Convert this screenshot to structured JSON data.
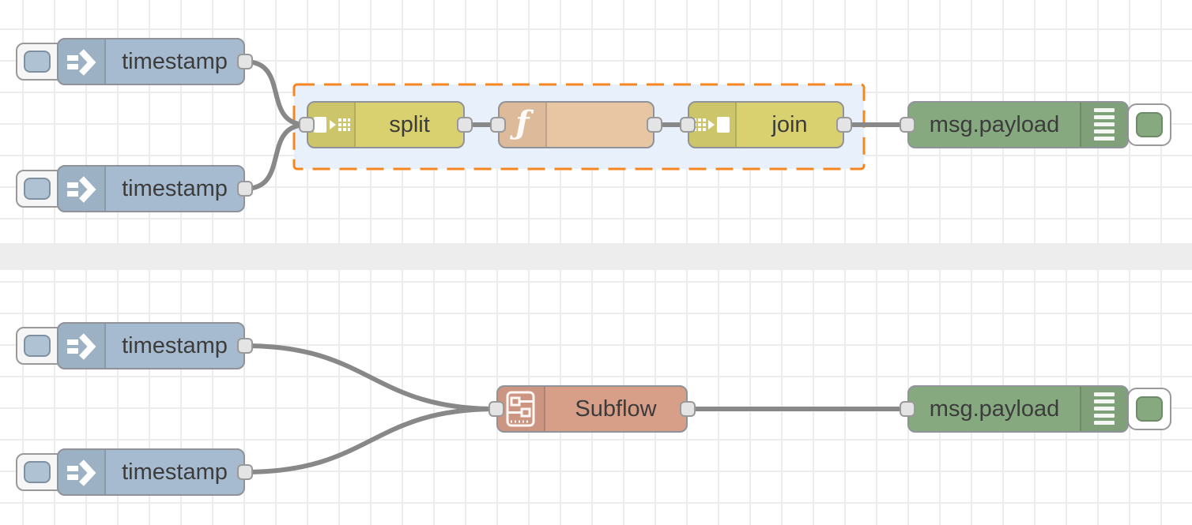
{
  "colors": {
    "inject": "#a6bbcf",
    "inject-button": "#aec2d4",
    "split-join": "#d9d06f",
    "function": "#e9c6a3",
    "subflow": "#d79e88",
    "debug": "#87a980",
    "wire": "#888888",
    "node-border": "#8f9399",
    "port-fill": "#e4e4e4",
    "port-border": "#999999",
    "selection-border": "#f6861f",
    "selection-fill": "#e8f0fb",
    "grid-line": "#ececec",
    "divider": "#ededed",
    "label-text": "#3c3c3c"
  },
  "glyphs": {
    "function": "ƒ"
  },
  "nodes": {
    "inject1": {
      "label": "timestamp",
      "icon": "inject-arrow-icon"
    },
    "inject2": {
      "label": "timestamp",
      "icon": "inject-arrow-icon"
    },
    "split": {
      "label": "split",
      "icon": "split-icon"
    },
    "function": {
      "label": "",
      "icon": "function-f-icon"
    },
    "join": {
      "label": "join",
      "icon": "join-icon"
    },
    "debug1": {
      "label": "msg.payload",
      "icon": "debug-output-icon"
    },
    "inject3": {
      "label": "timestamp",
      "icon": "inject-arrow-icon"
    },
    "inject4": {
      "label": "timestamp",
      "icon": "inject-arrow-icon"
    },
    "subflow": {
      "label": "Subflow",
      "icon": "subflow-icon"
    },
    "debug2": {
      "label": "msg.payload",
      "icon": "debug-output-icon"
    }
  }
}
